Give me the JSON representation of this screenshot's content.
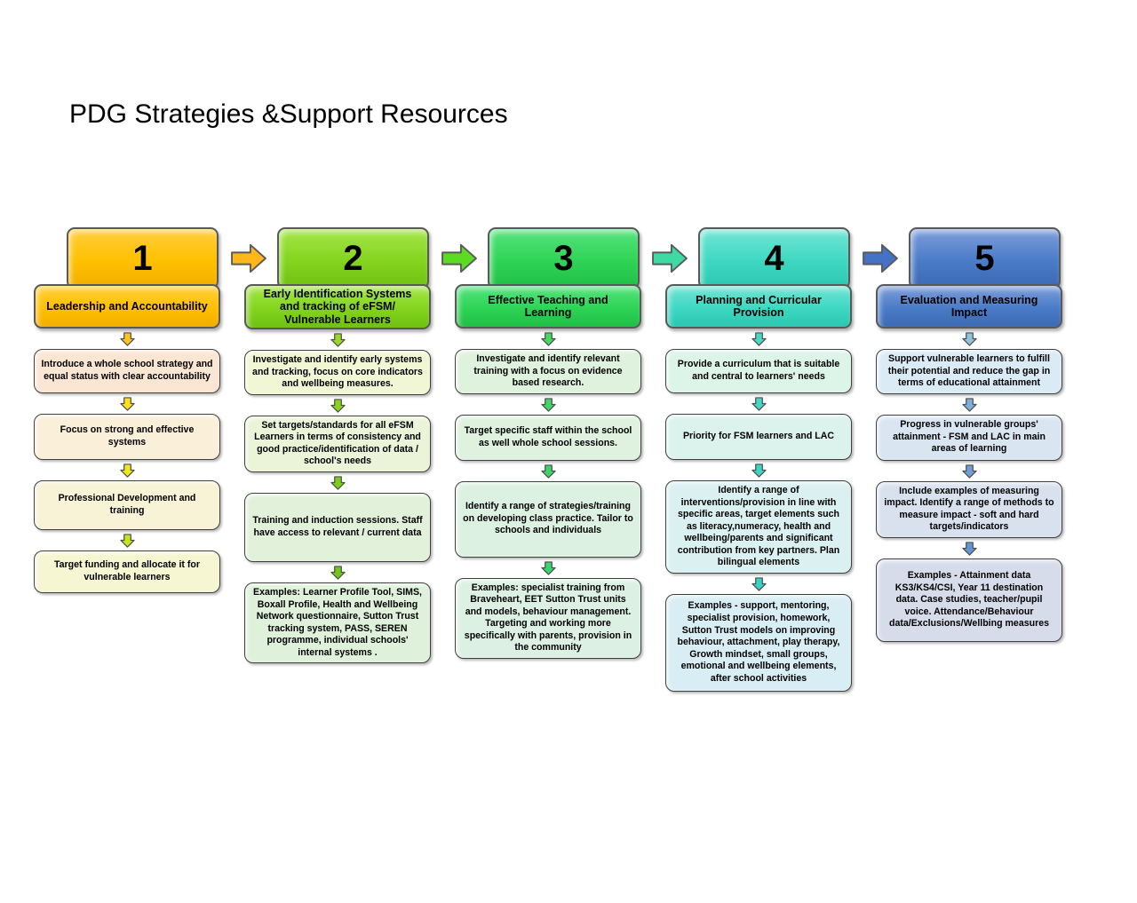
{
  "page": {
    "title": "PDG Strategies &Support Resources"
  },
  "connectors": [
    {
      "from": "1",
      "to": "2",
      "color": "#FFB71B"
    },
    {
      "from": "2",
      "to": "3",
      "color": "#5CDB22"
    },
    {
      "from": "3",
      "to": "4",
      "color": "#3FD9A4"
    },
    {
      "from": "4",
      "to": "5",
      "color": "#4472C4"
    }
  ],
  "columns": [
    {
      "number": "1",
      "heading": "Leadership and Accountability",
      "header_color": "#FFC000",
      "arrow_colors": [
        "#FFC41E",
        "#FFE01E",
        "#F0E71C",
        "#C4E41E"
      ],
      "boxes": [
        {
          "text": "Introduce a whole school strategy and equal status with clear accountability",
          "fill": "#FBE5D3"
        },
        {
          "text": "Focus on strong and effective systems",
          "fill": "#FAEFD9"
        },
        {
          "text": "Professional Development and training",
          "fill": "#F8F2D6"
        },
        {
          "text": "Target funding and allocate  it for vulnerable learners",
          "fill": "#F6F6D2"
        }
      ]
    },
    {
      "number": "2",
      "heading": "Early Identification Systems and tracking of eFSM/ Vulnerable Learners",
      "header_color": "#84D41E",
      "arrow_colors": [
        "#9AD821",
        "#8AD21E",
        "#7CCC1C",
        "#6EC81A"
      ],
      "boxes": [
        {
          "text": "Investigate and identify early systems and tracking, focus on core indicators and wellbeing measures.",
          "fill": "#F1F6D4"
        },
        {
          "text": "Set targets/standards for all eFSM Learners in terms of consistency and good practice/identification of  data  / school's needs",
          "fill": "#EBF4D8"
        },
        {
          "text": "Training and induction sessions. Staff have access to relevant / current data",
          "fill": "#E2F1DA"
        },
        {
          "text": "Examples: Learner Profile Tool, SIMS, Boxall Profile, Health and Wellbeing Network questionnaire, Sutton Trust tracking system, PASS, SEREN programme, individual schools' internal systems .",
          "fill": "#DFF1DB"
        }
      ]
    },
    {
      "number": "3",
      "heading": "Effective Teaching and Learning",
      "header_color": "#2ED455",
      "arrow_colors": [
        "#45D863",
        "#40D666",
        "#3CD56A",
        "#38D46E"
      ],
      "boxes": [
        {
          "text": "Investigate and identify relevant training with a focus on evidence based research.",
          "fill": "#DFF2DD"
        },
        {
          "text": "Target specific staff within the school as well whole school  sessions.",
          "fill": "#DEF2DF"
        },
        {
          "text": "Identify a range of strategies/training on developing class practice. Tailor to schools and individuals",
          "fill": "#DDF1E2"
        },
        {
          "text": "Examples: specialist training from Braveheart, EET Sutton Trust units and models, behaviour management. Targeting and working more specifically with parents, provision in the community",
          "fill": "#DCF1E4"
        }
      ]
    },
    {
      "number": "4",
      "heading": "Planning and Curricular Provision",
      "header_color": "#3ED8C2",
      "arrow_colors": [
        "#49D8C2",
        "#43D6C2",
        "#3DD4C2",
        "#38D2C2"
      ],
      "boxes": [
        {
          "text": "Provide a curriculum that is suitable and central to learners' needs",
          "fill": "#DDF4E8"
        },
        {
          "text": "Priority for FSM learners  and LAC",
          "fill": "#DCF2EC"
        },
        {
          "text": "Identify a range of interventions/provision in line with specific areas, target elements such as literacy,numeracy, health and wellbeing/parents and significant contribution from key  partners. Plan bilingual elements",
          "fill": "#DBF0F1"
        },
        {
          "text": "Examples - support, mentoring, specialist provision, homework, Sutton Trust models on improving behaviour, attachment, play therapy, Growth mindset, small groups, emotional and wellbeing elements, after school activities",
          "fill": "#D9EEF4"
        }
      ]
    },
    {
      "number": "5",
      "heading": "Evaluation and Measuring Impact",
      "header_color": "#4A7BC8",
      "arrow_colors": [
        "#8FC4DC",
        "#7FAEDB",
        "#6F9FD6",
        "#6395D0"
      ],
      "boxes": [
        {
          "text": "Support vulnerable learners to fulfill their potential and reduce the gap in terms of educational attainment",
          "fill": "#DAEBF5"
        },
        {
          "text": "Progress in vulnerable groups' attainment - FSM and LAC in main areas of learning",
          "fill": "#DAE5F2"
        },
        {
          "text": "Include examples of measuring impact. Identify a range of methods to measure impact - soft and hard targets/indicators",
          "fill": "#D9E1EF"
        },
        {
          "text": "Examples - Attainment data KS3/KS4/CSI, Year 11 destination data. Case studies, teacher/pupil voice. Attendance/Behaviour data/Exclusions/Wellbing measures",
          "fill": "#D7DCEB"
        }
      ]
    }
  ]
}
